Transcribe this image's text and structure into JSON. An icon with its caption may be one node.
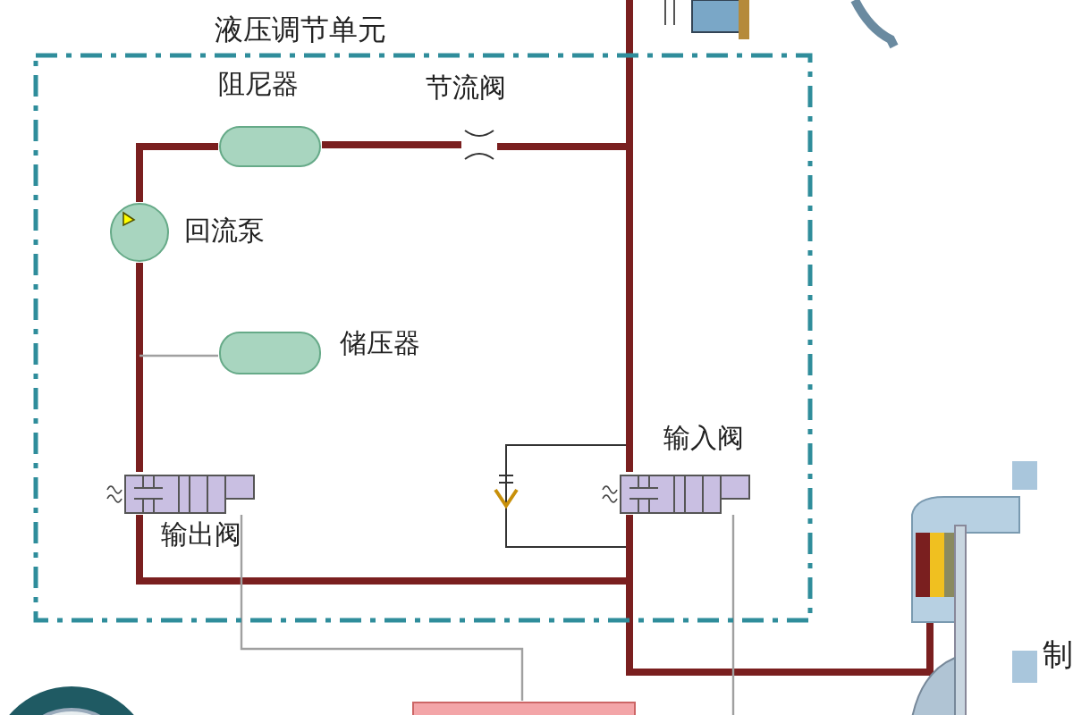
{
  "diagram": {
    "nodes": [
      {
        "text": [
          "液压调节单元"
        ]
      },
      {
        "text": [
          "阻尼器"
        ],
        "in": 0
      },
      {
        "text": [
          "节流阀"
        ],
        "in": 0
      },
      {
        "text": [
          "回流泵"
        ],
        "in": 0
      },
      {
        "text": [
          "储压器"
        ],
        "in": 0
      },
      {
        "text": [
          "输出阀"
        ],
        "in": 0
      },
      {
        "text": [
          "输入阀"
        ],
        "in": 0
      },
      {
        "text": [],
        "shape": "box"
      },
      {
        "text": [],
        "shape": "picture",
        "beside": [
          "制"
        ]
      }
    ],
    "edges": [
      {
        "from": null,
        "to": 6,
        "arrow": "none"
      },
      {
        "from": 1,
        "to": 2,
        "arrow": "none"
      },
      {
        "from": 2,
        "to": 6,
        "arrow": "none"
      },
      {
        "from": 1,
        "to": 3,
        "arrow": "none"
      },
      {
        "from": 3,
        "to": 5,
        "arrow": "none"
      },
      {
        "from": 4,
        "to": null,
        "arrow": "none",
        "color": "#a0a0a0"
      },
      {
        "from": 5,
        "to": 6,
        "arrow": "none"
      },
      {
        "from": 6,
        "to": 8,
        "arrow": "none"
      },
      {
        "from": 5,
        "to": 7,
        "arrow": "none",
        "color": "#a0a0a0"
      },
      {
        "from": 6,
        "to": null,
        "arrow": "none",
        "color": "#a0a0a0"
      }
    ]
  }
}
